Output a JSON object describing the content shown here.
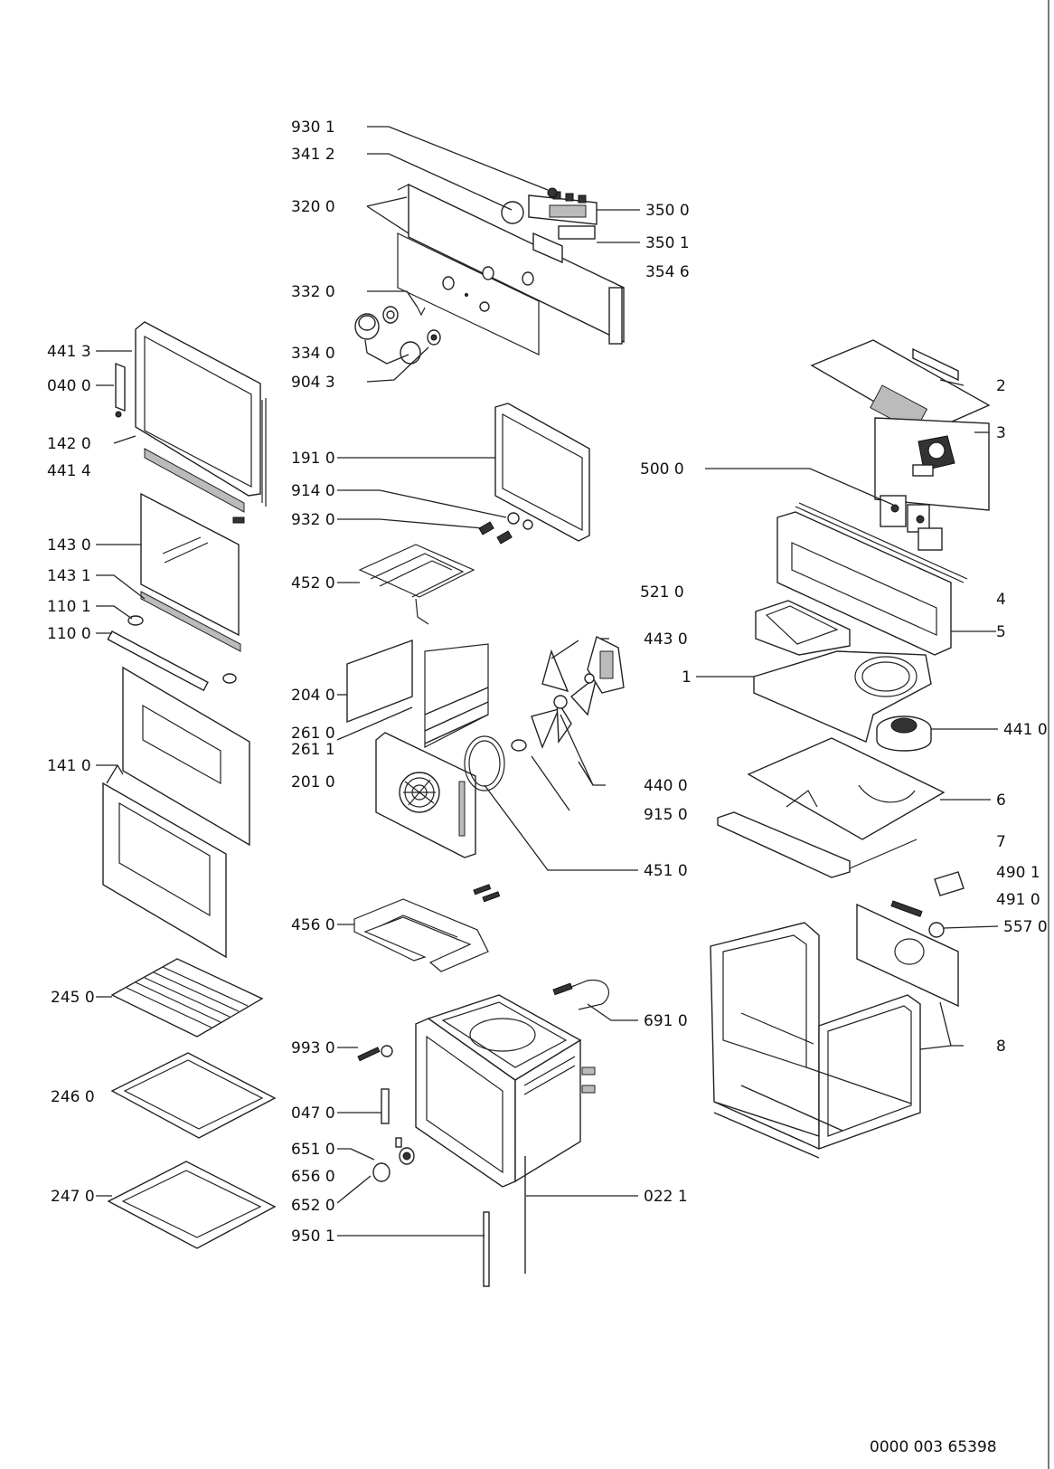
{
  "document_id": "0000 003 65398",
  "labels": {
    "l9301": "930 1",
    "l3412": "341 2",
    "l3200": "320 0",
    "l3500": "350 0",
    "l3501": "350 1",
    "l3546": "354 6",
    "l3320": "332 0",
    "l3340": "334 0",
    "l9043": "904 3",
    "l4413": "441 3",
    "l0400": "040 0",
    "l1420": "142 0",
    "l4414": "441 4",
    "l1910": "191 0",
    "l9140": "914 0",
    "l9320": "932 0",
    "l1430": "143 0",
    "l1431": "143 1",
    "l4520": "452 0",
    "l1101": "110 1",
    "l1100": "110 0",
    "l5210": "521 0",
    "l4430": "443 0",
    "l5000": "500 0",
    "l2040": "204 0",
    "l2610": "261 0",
    "l2611": "261 1",
    "l2010": "201 0",
    "l1410": "141 0",
    "l4400": "440 0",
    "l9150": "915 0",
    "l4510": "451 0",
    "l4410": "441 0",
    "l4560": "456 0",
    "l2450": "245 0",
    "l6910": "691 0",
    "l2460": "246 0",
    "l9930": "993 0",
    "l0470": "047 0",
    "l6510": "651 0",
    "l6560": "656 0",
    "l6520": "652 0",
    "l2470": "247 0",
    "l0221": "022 1",
    "l9501": "950 1",
    "l4901": "490 1",
    "l4910": "491 0",
    "l5570": "557 0",
    "n2": "2",
    "n3": "3",
    "n4": "4",
    "n5": "5",
    "n1": "1",
    "n6": "6",
    "n7": "7",
    "n8": "8"
  }
}
